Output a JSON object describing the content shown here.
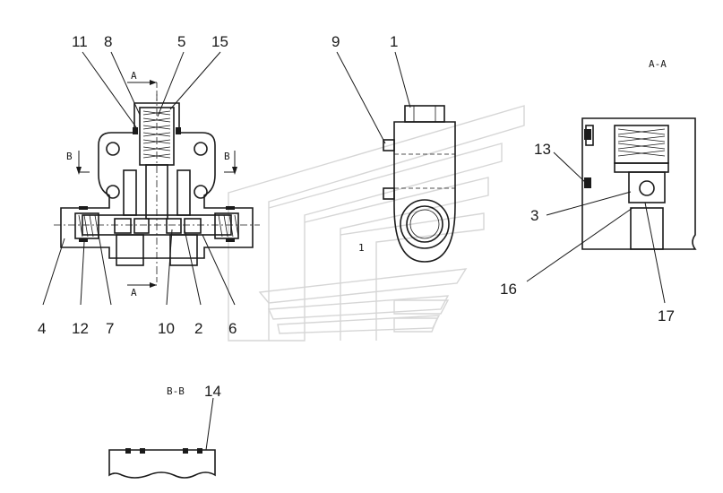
{
  "section_labels": {
    "aa_marker_top": "A",
    "aa_marker_bottom": "A",
    "bb_marker_left": "B",
    "bb_marker_right": "B",
    "aa_title": "A-A",
    "bb_title": "B-B"
  },
  "callouts": {
    "n11": "11",
    "n8": "8",
    "n5": "5",
    "n15": "15",
    "n9": "9",
    "n1": "1",
    "n13": "13",
    "n3": "3",
    "n16": "16",
    "n17": "17",
    "n4": "4",
    "n12": "12",
    "n7": "7",
    "n10": "10",
    "n2": "2",
    "n6": "6",
    "n14": "14"
  },
  "side_view_marking": "1"
}
